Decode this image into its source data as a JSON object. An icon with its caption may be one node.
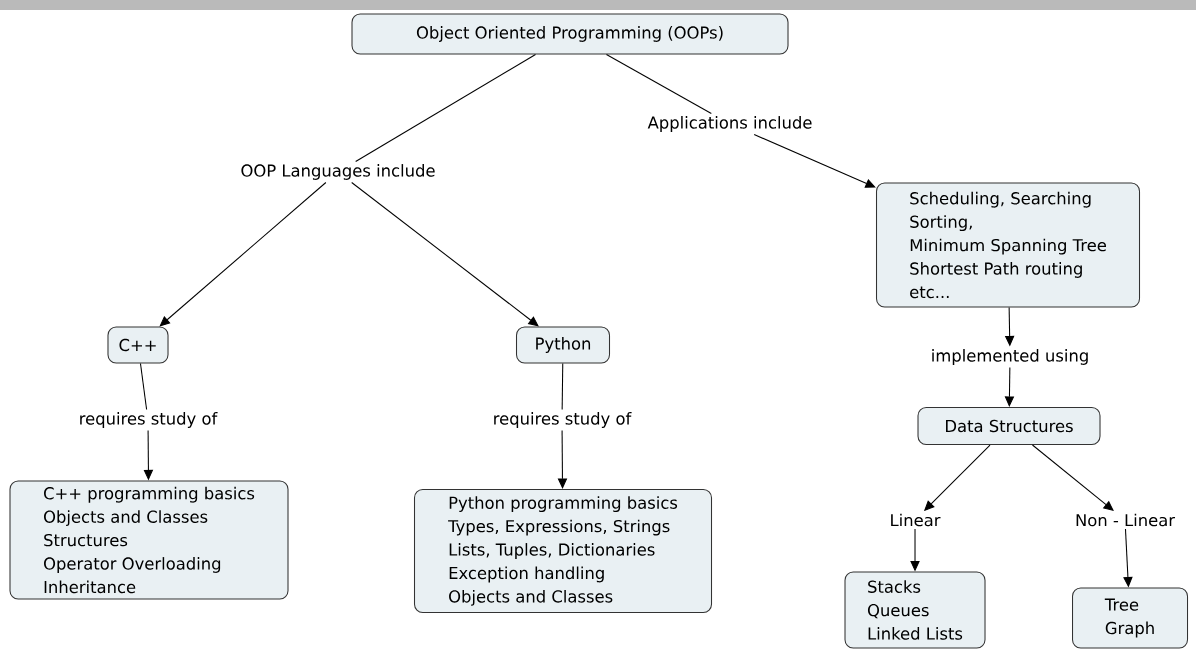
{
  "diagram": {
    "nodes": [
      {
        "text": [
          "Object Oriented Programming (OOPs)"
        ]
      },
      {
        "text": [
          "OOP Languages include"
        ]
      },
      {
        "text": [
          "Applications include"
        ]
      },
      {
        "text": [
          "C++"
        ]
      },
      {
        "text": [
          "Python"
        ]
      },
      {
        "text": [
          "requires study of"
        ]
      },
      {
        "text": [
          "requires study of"
        ]
      },
      {
        "text": [
          "C++ programming basics",
          "Objects and Classes",
          "Structures",
          "Operator Overloading",
          "Inheritance"
        ]
      },
      {
        "text": [
          "Python programming basics",
          "Types, Expressions, Strings",
          "Lists, Tuples, Dictionaries",
          "Exception handling",
          "Objects and Classes"
        ]
      },
      {
        "text": [
          "Scheduling, Searching",
          "Sorting,",
          "Minimum Spanning Tree",
          "Shortest Path routing",
          "etc..."
        ]
      },
      {
        "text": [
          "implemented using"
        ]
      },
      {
        "text": [
          "Data Structures"
        ]
      },
      {
        "text": [
          "Linear"
        ]
      },
      {
        "text": [
          "Non - Linear"
        ]
      },
      {
        "text": [
          "Stacks",
          "Queues",
          "Linked Lists"
        ]
      },
      {
        "text": [
          "Tree",
          "Graph"
        ]
      }
    ],
    "edges": [
      {
        "from": 0,
        "to": 1,
        "arrow": "none"
      },
      {
        "from": 1,
        "to": 3,
        "arrow": "to"
      },
      {
        "from": 1,
        "to": 4,
        "arrow": "to"
      },
      {
        "from": 0,
        "to": 2,
        "arrow": "none"
      },
      {
        "from": 2,
        "to": 9,
        "arrow": "to"
      },
      {
        "from": 3,
        "to": 5,
        "arrow": "none"
      },
      {
        "from": 5,
        "to": 7,
        "arrow": "to"
      },
      {
        "from": 4,
        "to": 6,
        "arrow": "none"
      },
      {
        "from": 6,
        "to": 8,
        "arrow": "to"
      },
      {
        "from": 9,
        "to": 10,
        "arrow": "to"
      },
      {
        "from": 10,
        "to": 11,
        "arrow": "to"
      },
      {
        "from": 11,
        "to": 12,
        "arrow": "to"
      },
      {
        "from": 11,
        "to": 13,
        "arrow": "to"
      },
      {
        "from": 12,
        "to": 14,
        "arrow": "to"
      },
      {
        "from": 13,
        "to": 15,
        "arrow": "to"
      }
    ]
  }
}
